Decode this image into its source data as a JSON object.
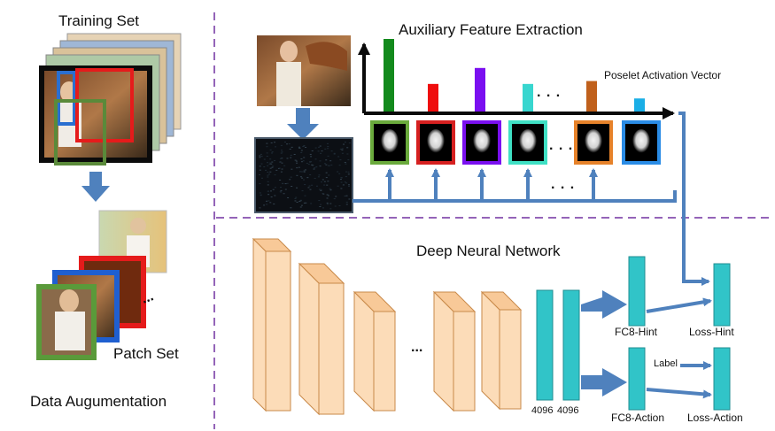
{
  "texts": {
    "training_set": "Training Set",
    "patch_set": "Patch Set",
    "data_augmentation": "Data Augumentation",
    "auxiliary": "Auxiliary Feature Extraction",
    "poselet_vector": "Poselet Activation Vector",
    "dnn": "Deep Neural Network",
    "fc8_hint": "FC8-Hint",
    "loss_hint": "Loss-Hint",
    "label": "Label",
    "fc8_action": "FC8-Action",
    "loss_action": "Loss-Action",
    "fc_4096_a": "4096",
    "fc_4096_b": "4096",
    "dots_a": ". . .",
    "dots_b": ". . .",
    "dots_c": ". . .",
    "dots_d": "...",
    "dots_e": "..."
  },
  "colors": {
    "arrow_blue": "#4f81bd",
    "dashed_divider": "#7030a0",
    "conv_face": "#fcdcb8",
    "conv_side": "#f5b77a",
    "conv_top": "#f8c998",
    "fc_teal": "#31c4c8",
    "fc_border": "#1f8e92"
  },
  "activation_bars": [
    {
      "color": "#138a1c",
      "level": 1.0
    },
    {
      "color": "#ef0d0d",
      "level": 0.38
    },
    {
      "color": "#7a0ff0",
      "level": 0.6
    },
    {
      "color": "#38d6cf",
      "level": 0.38
    },
    {
      "color": "#c0601c",
      "level": 0.42
    },
    {
      "color": "#1aaee6",
      "level": 0.18
    }
  ],
  "poselet_frames": [
    "#6aaa3c",
    "#d62020",
    "#7a0ff0",
    "#3fe0c4",
    "#e6822a",
    "#2a8ce6"
  ],
  "icons": {
    "training_stack": "image-stack-icon",
    "patch_stack": "image-stack-icon",
    "input_photo": "photo-icon",
    "feature_map": "feature-map-icon"
  }
}
